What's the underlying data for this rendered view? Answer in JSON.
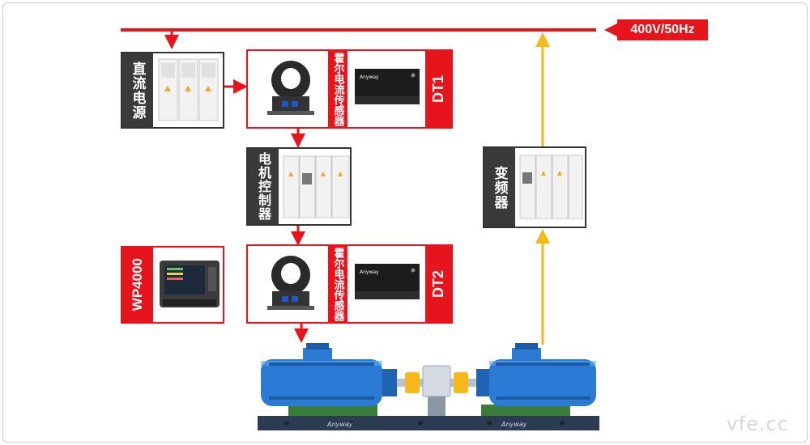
{
  "supply_label": "400V/50Hz",
  "dc_supply": {
    "label": "直流电源"
  },
  "sensor_1": {
    "label": "霍尔电流传感器",
    "tag": "DT1"
  },
  "motor_controller": {
    "label": "电机控制器"
  },
  "sensor_2": {
    "label": "霍尔电流传感器",
    "tag": "DT2"
  },
  "analyzer": {
    "label": "WP4000"
  },
  "inverter": {
    "label": "变频器"
  },
  "brand": "Anyway",
  "watermark": "vfe.cc",
  "colors": {
    "red": "#e8141b",
    "dark": "#333333",
    "yellow": "#f7b81a",
    "motor_blue": "#2b7bd4"
  }
}
